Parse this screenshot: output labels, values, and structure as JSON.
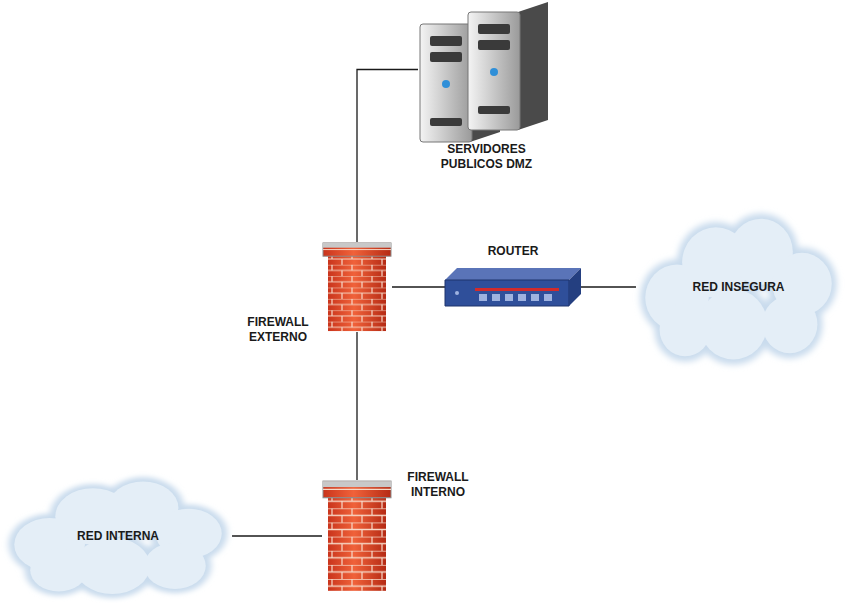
{
  "diagram": {
    "nodes": [
      {
        "text": [
          "SERVIDORES PUBLICOS DMZ"
        ]
      },
      {
        "text": [
          "FIREWALL EXTERNO"
        ]
      },
      {
        "text": [
          "ROUTER"
        ]
      },
      {
        "text": [
          "RED INSEGURA"
        ]
      },
      {
        "text": [
          "FIREWALL INTERNO"
        ]
      },
      {
        "text": [
          "RED INTERNA"
        ]
      }
    ],
    "edges": [
      {
        "from": 0,
        "to": 1,
        "arrow": "none"
      },
      {
        "from": 1,
        "to": 2,
        "arrow": "none"
      },
      {
        "from": 2,
        "to": 3,
        "arrow": "none"
      },
      {
        "from": 1,
        "to": 4,
        "arrow": "none"
      },
      {
        "from": 4,
        "to": 5,
        "arrow": "none"
      }
    ]
  }
}
